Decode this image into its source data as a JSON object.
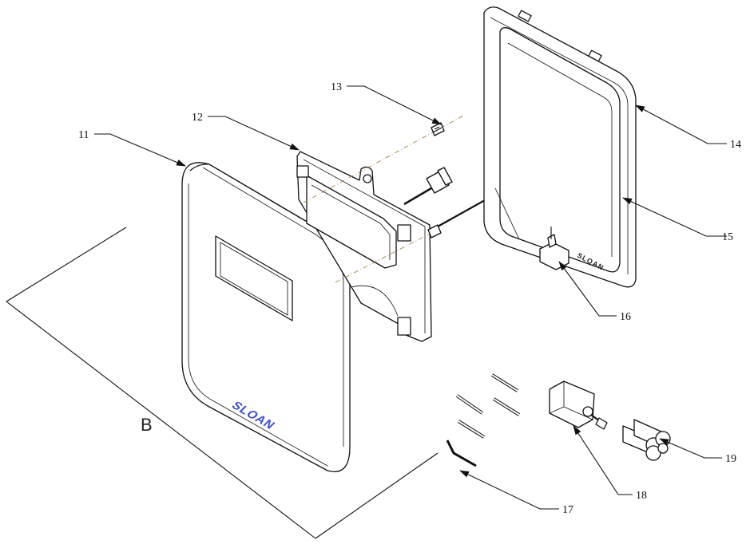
{
  "diagram": {
    "callouts": [
      {
        "id": "11",
        "label": "11"
      },
      {
        "id": "12",
        "label": "12"
      },
      {
        "id": "13",
        "label": "13"
      },
      {
        "id": "14",
        "label": "14"
      },
      {
        "id": "15",
        "label": "15"
      },
      {
        "id": "16",
        "label": "16"
      },
      {
        "id": "17",
        "label": "17"
      },
      {
        "id": "18",
        "label": "18"
      },
      {
        "id": "19",
        "label": "19"
      }
    ],
    "dimension_label": "B",
    "brand_logo": "SLOAN",
    "brand_logo_frame": "SLOAN",
    "colors": {
      "line": "#111111",
      "brand": "#3a4fd0",
      "centerline": "#a08040"
    }
  }
}
